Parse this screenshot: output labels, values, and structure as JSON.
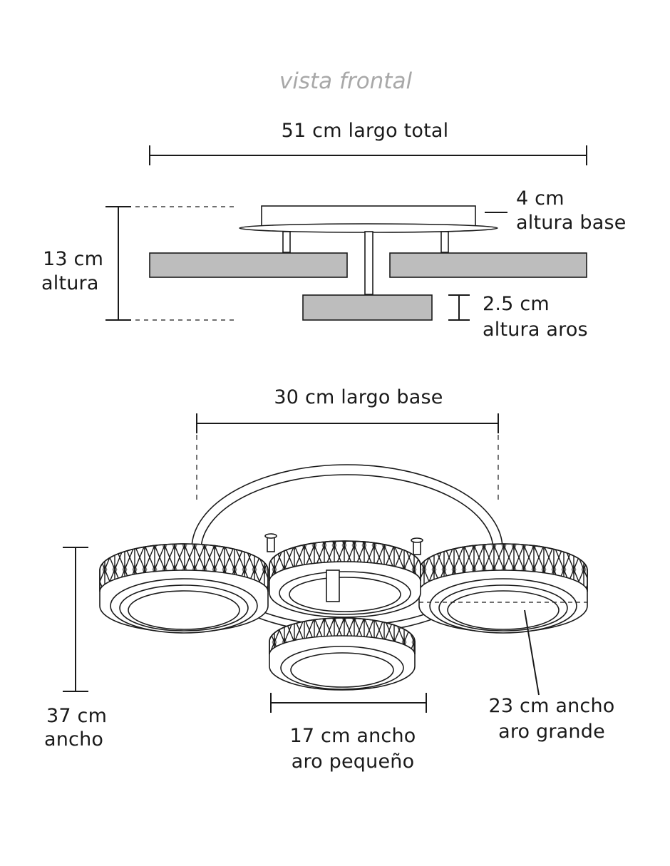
{
  "view_title": "vista frontal",
  "dimensions": {
    "total_length": "51 cm largo total",
    "base_height_value": "4 cm",
    "base_height_label": "altura base",
    "height_value": "13 cm",
    "height_label": "altura",
    "ring_height_value": "2.5 cm",
    "ring_height_label": "altura aros",
    "base_length": "30 cm largo base",
    "width_value": "37 cm",
    "width_label": "ancho",
    "small_ring_line1": "17 cm ancho",
    "small_ring_line2": "aro pequeño",
    "large_ring_line1": "23 cm ancho",
    "large_ring_line2": "aro grande"
  },
  "colors": {
    "line": "#1a1a1a",
    "panel_fill": "#bdbdbd",
    "title": "#a8a8a8"
  }
}
